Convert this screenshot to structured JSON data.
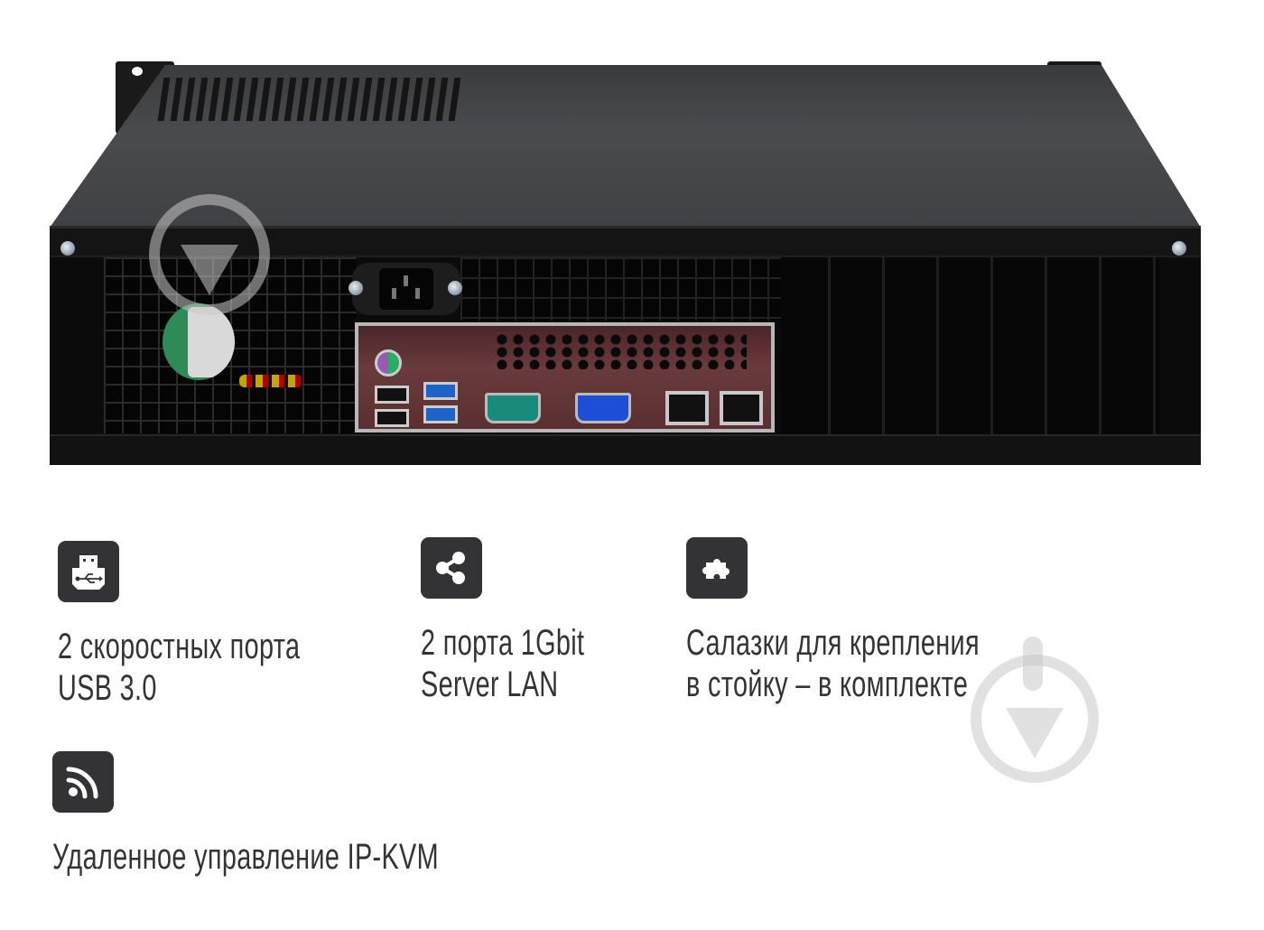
{
  "product_image": {
    "alt": "2U rack server chassis, rear view",
    "ports_visible": [
      "power-socket",
      "ps2",
      "usb2-x2",
      "usb3-x2",
      "com-serial",
      "vga",
      "rj45-lan-x2"
    ]
  },
  "features": [
    {
      "icon": "usb-icon",
      "line1": "2 скоростных порта",
      "line2": "USB 3.0"
    },
    {
      "icon": "share-network-icon",
      "line1": "2 порта 1Gbit",
      "line2": "Server LAN"
    },
    {
      "icon": "puzzle-icon",
      "line1": "Салазки для крепления",
      "line2": "в стойку – в комплекте"
    },
    {
      "icon": "rss-wireless-icon",
      "line1": "Удаленное управление IP-KVM",
      "line2": ""
    }
  ],
  "colors": {
    "icon_bg": "#333336",
    "text": "#333333",
    "background": "#ffffff"
  }
}
